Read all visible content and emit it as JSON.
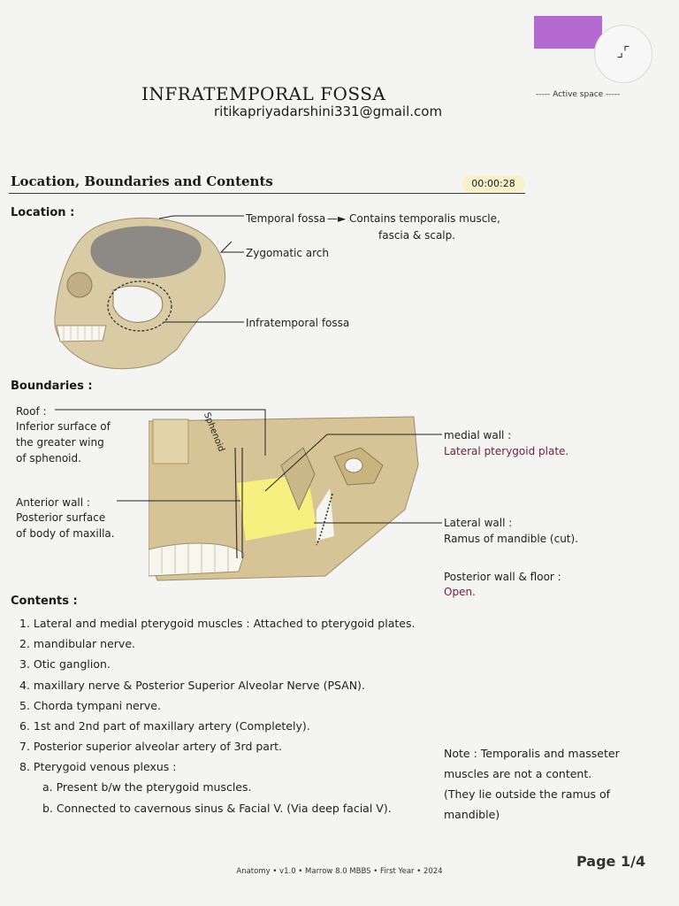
{
  "header": {
    "title": "INFRATEMPORAL FOSSA",
    "email": "ritikapriyadarshini331@gmail.com",
    "active_space": "----- Active space -----",
    "timer": "00:00:28",
    "collapse_icon": "collapse-arrows-icon"
  },
  "section": {
    "title": "Location, Boundaries and Contents"
  },
  "location": {
    "heading": "Location :",
    "labels": {
      "temporal_fossa": "Temporal fossa",
      "arrow": "—►",
      "contains": "Contains temporalis muscle,",
      "contains_2": "fascia & scalp.",
      "zygomatic_arch": "Zygomatic arch",
      "infratemporal_fossa": "Infratemporal fossa"
    }
  },
  "boundaries": {
    "heading": "Boundaries :",
    "roof": {
      "label": "Roof :",
      "lines": [
        "Inferior surface of",
        "the greater wing",
        "of sphenoid."
      ]
    },
    "sphenoid_tag": "Sphenoid",
    "anterior": {
      "label": "Anterior wall :",
      "lines": [
        "Posterior surface",
        "of body of maxilla."
      ]
    },
    "medial": {
      "label": "medial wall :",
      "value": "Lateral pterygoid plate."
    },
    "lateral": {
      "label": "Lateral wall :",
      "value": "Ramus of mandible (cut)."
    },
    "posterior": {
      "label": "Posterior wall & floor :",
      "value": "Open."
    }
  },
  "contents": {
    "heading": "Contents :",
    "items": [
      "1. Lateral and medial pterygoid muscles : Attached to pterygoid plates.",
      "2. mandibular nerve.",
      "3. Otic ganglion.",
      "4. maxillary nerve & Posterior Superior Alveolar Nerve (PSAN).",
      "5. Chorda tympani nerve.",
      "6. 1st and 2nd part of maxillary artery (Completely).",
      "7. Posterior superior alveolar artery of 3rd part.",
      "8. Pterygoid venous plexus :",
      "a. Present b/w the pterygoid muscles.",
      "b. Connected to cavernous sinus & Facial V. (Via deep facial V)."
    ],
    "note": [
      "Note : Temporalis and masseter",
      "muscles are not a content.",
      "(They lie outside the ramus of",
      "mandible)"
    ]
  },
  "footer": {
    "text": "Anatomy • v1.0 • Marrow 8.0 MBBS • First Year • 2024",
    "page": "Page 1/4"
  }
}
